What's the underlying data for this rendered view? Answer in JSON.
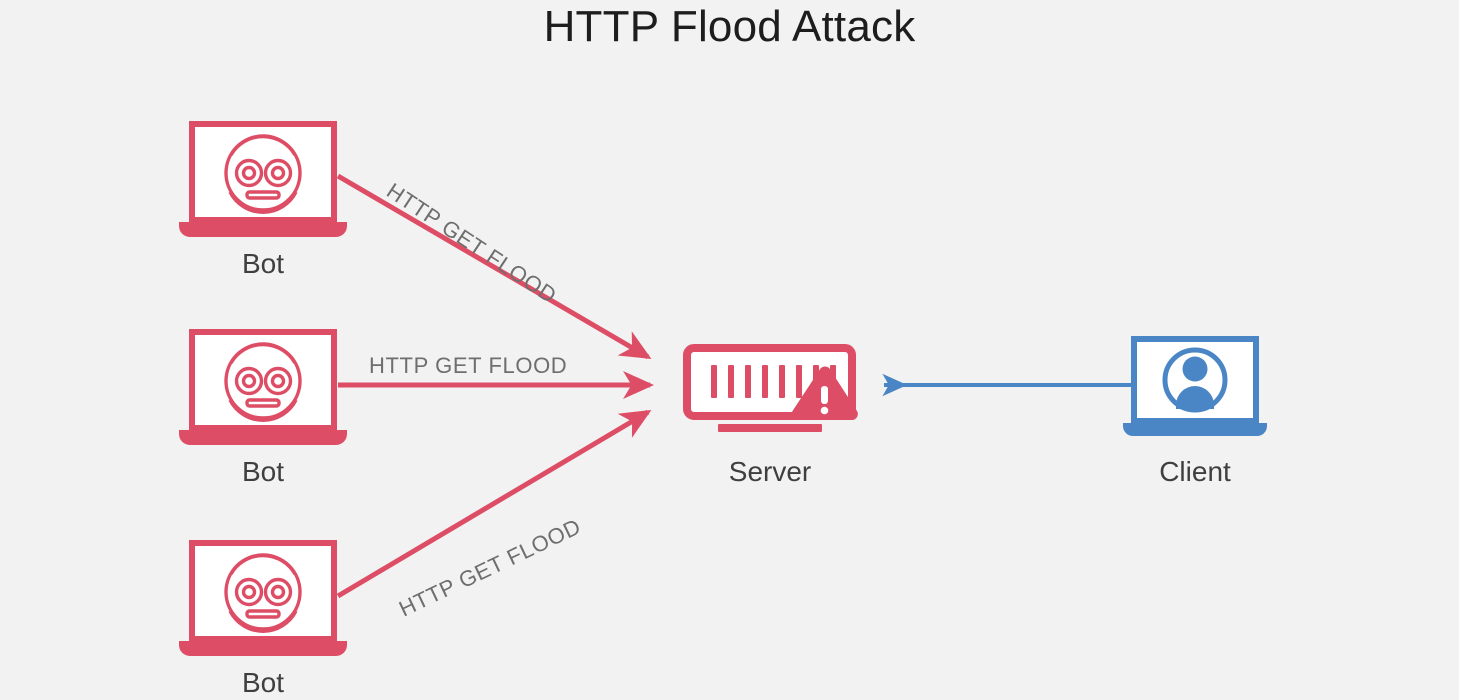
{
  "title": "HTTP Flood Attack",
  "colors": {
    "background": "#f2f2f2",
    "attack_red": "#dd4e66",
    "client_blue": "#4a86c5",
    "label_gray": "#6e6e6e",
    "node_label_gray": "#3f3f3f",
    "title_black": "#1d1d1d",
    "screen_white": "#ffffff"
  },
  "nodes": [
    {
      "id": "bot-1",
      "label": "Bot",
      "icon": "bot-laptop-icon",
      "color": "#dd4e66"
    },
    {
      "id": "bot-2",
      "label": "Bot",
      "icon": "bot-laptop-icon",
      "color": "#dd4e66"
    },
    {
      "id": "bot-3",
      "label": "Bot",
      "icon": "bot-laptop-icon",
      "color": "#dd4e66"
    },
    {
      "id": "server",
      "label": "Server",
      "icon": "server-warning-icon",
      "color": "#dd4e66"
    },
    {
      "id": "client",
      "label": "Client",
      "icon": "client-laptop-user-icon",
      "color": "#4a86c5"
    }
  ],
  "edges": [
    {
      "id": "edge-bot1-server",
      "label": "HTTP GET FLOOD",
      "from": "bot-1",
      "to": "server",
      "color": "#dd4e66",
      "direction": "forward"
    },
    {
      "id": "edge-bot2-server",
      "label": "HTTP GET FLOOD",
      "from": "bot-2",
      "to": "server",
      "color": "#dd4e66",
      "direction": "forward"
    },
    {
      "id": "edge-bot3-server",
      "label": "HTTP GET FLOOD",
      "from": "bot-3",
      "to": "server",
      "color": "#dd4e66",
      "direction": "forward"
    },
    {
      "id": "edge-client-server",
      "label": "",
      "from": "client",
      "to": "server",
      "color": "#4a86c5",
      "direction": "forward"
    }
  ]
}
